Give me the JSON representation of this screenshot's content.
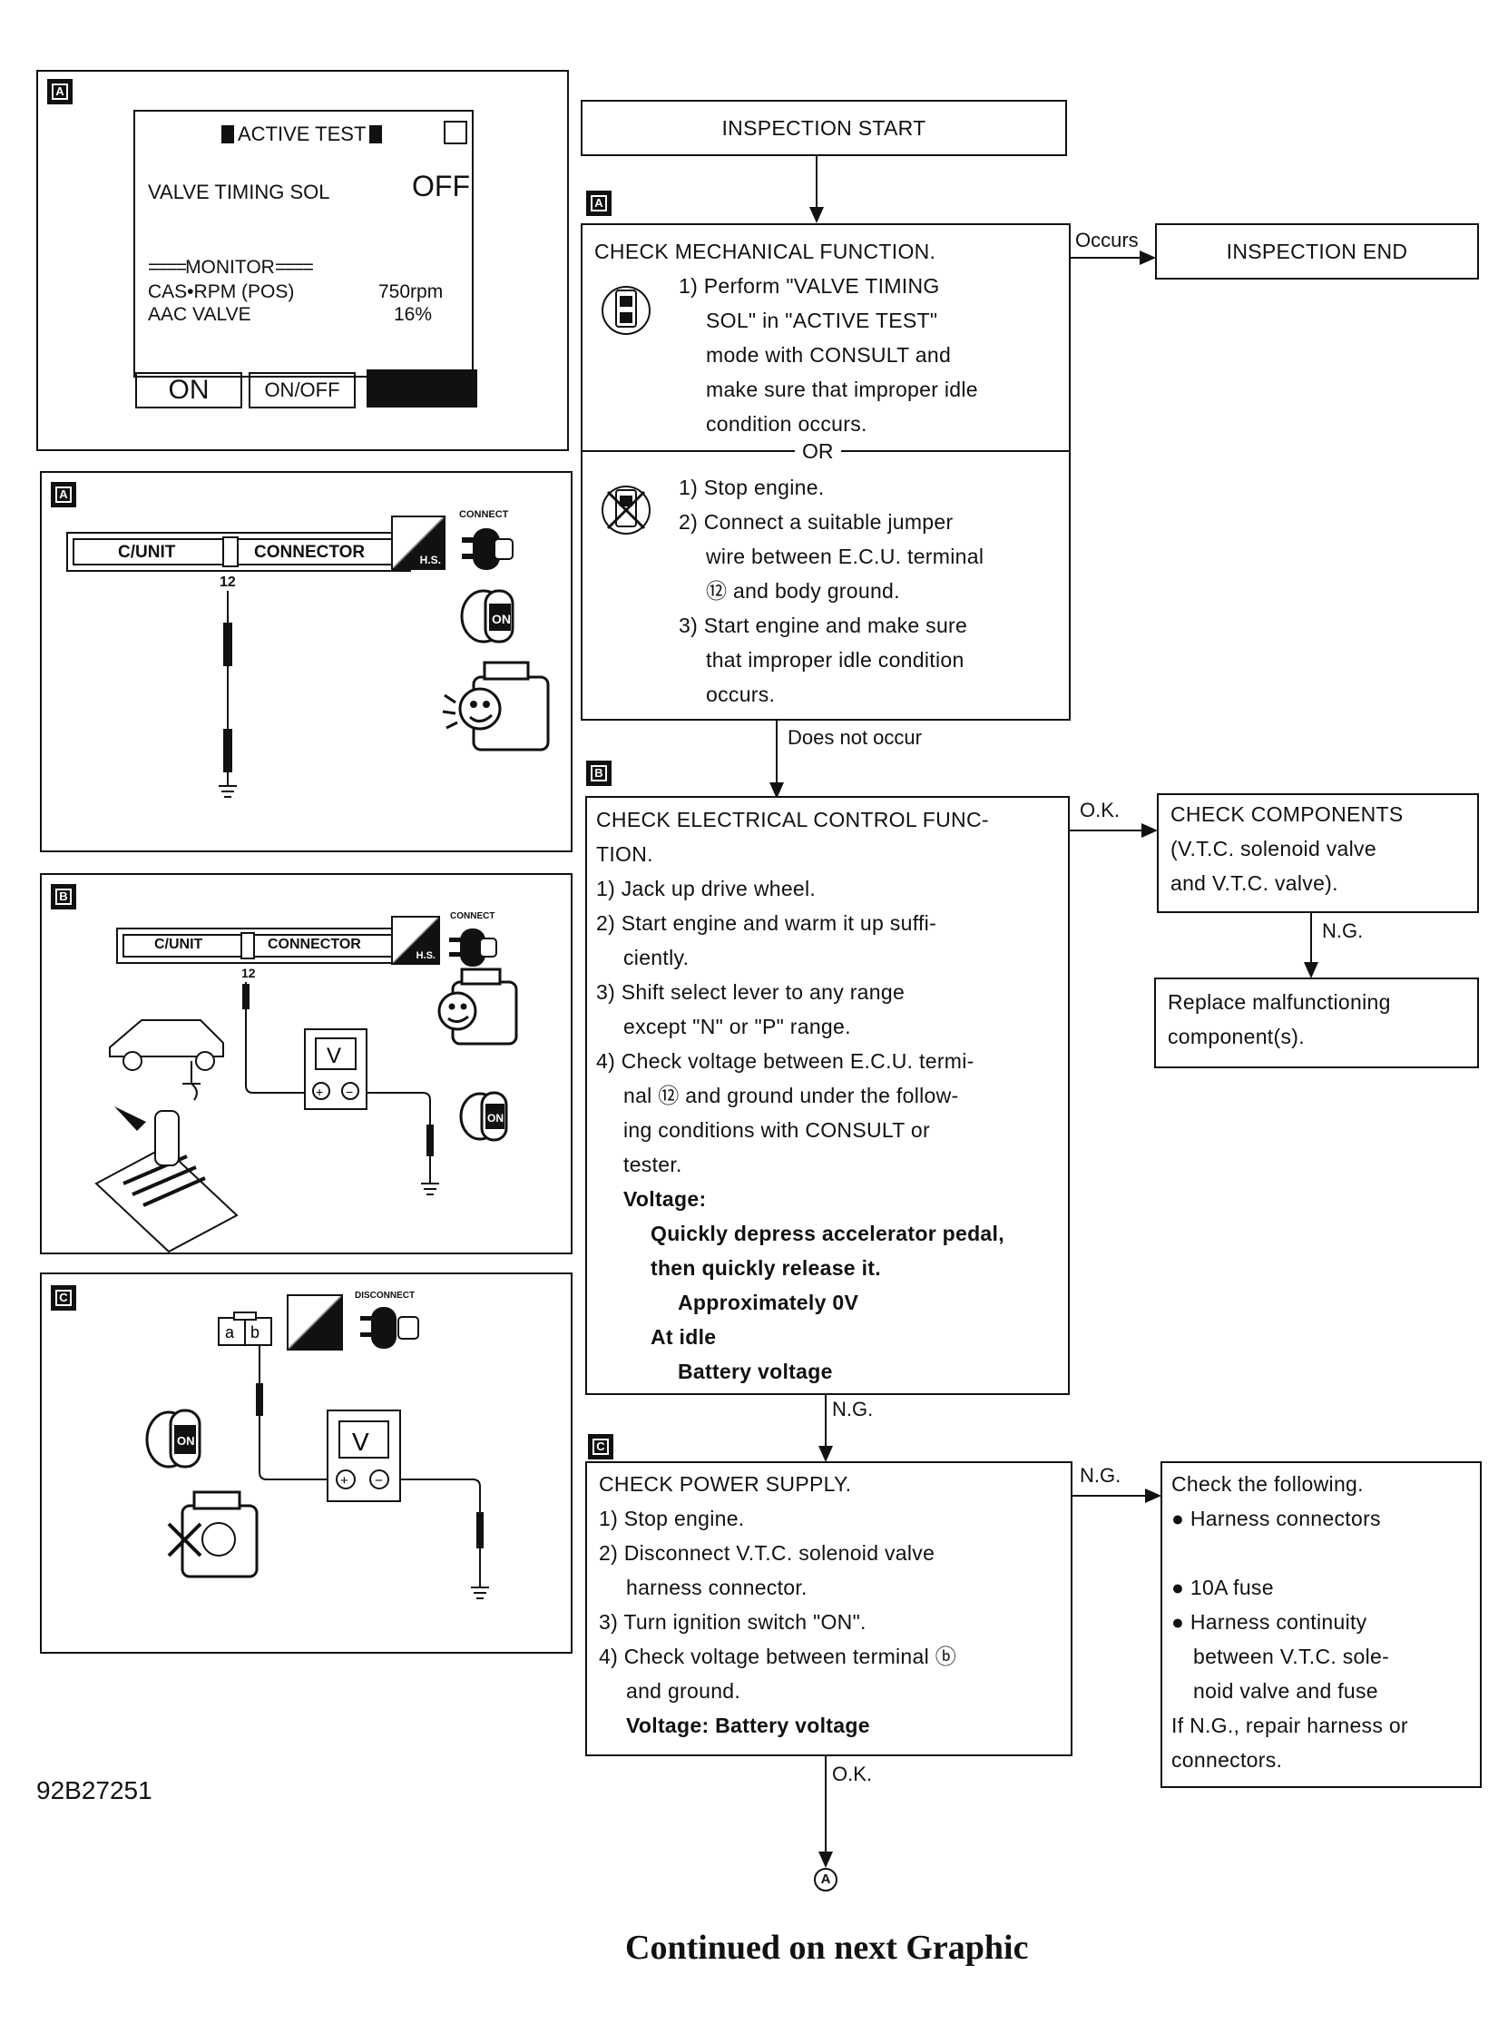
{
  "figure_id": "92B27251",
  "footer": "Continued on next Graphic",
  "tags": {
    "a": "A",
    "b": "B",
    "c": "C"
  },
  "consult": {
    "title": "ACTIVE TEST",
    "item_label": "VALVE TIMING SOL",
    "item_value": "OFF",
    "monitor_header": "MONITOR",
    "rows": [
      {
        "label": "CAS•RPM (POS)",
        "value": "750rpm"
      },
      {
        "label": "AAC VALVE",
        "value": "16%"
      }
    ],
    "buttons": [
      "ON",
      "ON/OFF"
    ]
  },
  "diagrams": {
    "cunit": "C/UNIT",
    "connector": "CONNECTOR",
    "terminal": "12",
    "connect": "CONNECT",
    "disconnect": "DISCONNECT",
    "hs": "H.S.",
    "on": "ON",
    "v": "V",
    "plus": "+",
    "minus": "−",
    "a": "a",
    "b": "b"
  },
  "flow": {
    "start": "INSPECTION START",
    "end": "INSPECTION END",
    "occurs": "Occurs",
    "does_not_occur": "Does not occur",
    "ok": "O.K.",
    "ng": "N.G.",
    "or": "OR",
    "circle_a": "A",
    "stepA": {
      "title": "CHECK MECHANICAL FUNCTION.",
      "lines1": [
        "1) Perform \"VALVE TIMING",
        "SOL\" in \"ACTIVE TEST\"",
        "mode with CONSULT and",
        "make sure that improper idle",
        "condition occurs."
      ],
      "lines2": [
        "1) Stop engine.",
        "2) Connect a suitable jumper",
        "wire between E.C.U. terminal",
        "⑫ and body ground.",
        "3) Start engine and make sure",
        "that improper idle condition",
        "occurs."
      ]
    },
    "stepB": {
      "lines": [
        "CHECK ELECTRICAL CONTROL FUNC-",
        "TION.",
        "1) Jack up drive wheel.",
        "2) Start engine and warm it up suffi-",
        "ciently.",
        "3) Shift select lever to any range",
        "except \"N\" or \"P\" range.",
        "4) Check voltage between E.C.U. termi-",
        "nal ⑫ and ground under the follow-",
        "ing conditions with CONSULT or",
        "tester."
      ],
      "bold": [
        "Voltage:",
        "Quickly depress accelerator pedal,",
        "then quickly release it.",
        "Approximately 0V",
        "At idle",
        "Battery voltage"
      ]
    },
    "components": {
      "lines": [
        "CHECK COMPONENTS",
        "(V.T.C. solenoid valve",
        "and V.T.C. valve)."
      ]
    },
    "replace": {
      "lines": [
        "Replace malfunctioning",
        "component(s)."
      ]
    },
    "stepC": {
      "lines": [
        "CHECK POWER SUPPLY.",
        "1) Stop engine.",
        "2) Disconnect V.T.C. solenoid valve",
        "harness connector.",
        "3) Turn ignition switch \"ON\".",
        "4) Check voltage between terminal ⓑ",
        "and ground."
      ],
      "bold": "Voltage: Battery voltage"
    },
    "check_following": {
      "title": "Check the following.",
      "bullets": [
        "● Harness connectors",
        "● 10A fuse",
        "● Harness continuity",
        "between V.T.C. sole-",
        "noid valve and fuse"
      ],
      "footer": [
        "If N.G., repair harness or",
        "connectors."
      ]
    }
  }
}
